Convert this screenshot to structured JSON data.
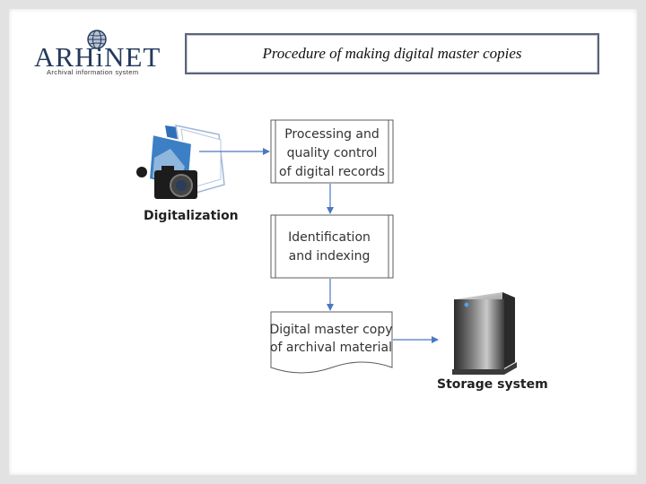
{
  "header": {
    "logo_text": "ARHiNET",
    "logo_subtitle": "Archival information system",
    "title": "Procedure of making digital master copies"
  },
  "diagram": {
    "digitalization_label": "Digitalization",
    "step1_lines": [
      "Processing and",
      "quality control",
      "of digital records"
    ],
    "step2_lines": [
      "Identification",
      "and indexing"
    ],
    "step3_lines": [
      "Digital master copy",
      "of archival material"
    ],
    "storage_label": "Storage system"
  },
  "colors": {
    "accent_blue": "#4a78c0",
    "logo_navy": "#233a5c",
    "box_border": "#5c5c5c"
  },
  "icons": [
    "globe-icon",
    "camera-photos-icon",
    "server-icon"
  ]
}
